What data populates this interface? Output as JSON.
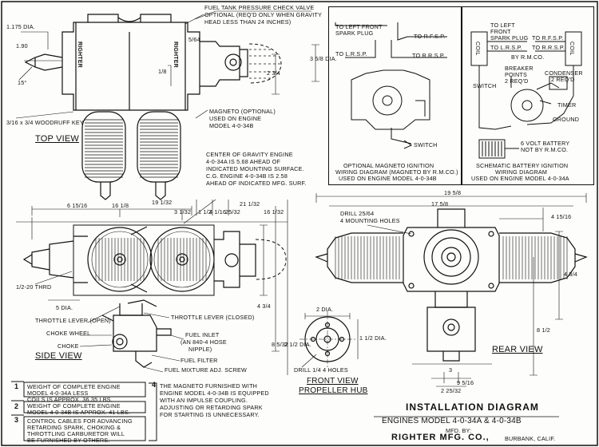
{
  "top_view": {
    "title": "TOP VIEW",
    "dim_dia": "1.175 DIA.",
    "dim_190": "1.90",
    "angle": "15°",
    "woodruff_key": "3/16 x 3/4 WOODRUFF KEY",
    "brand_left": "RIGHTER",
    "brand_right": "RIGHTER",
    "fuel_tank_note": [
      "FUEL TANK PRESSURE CHECK VALVE",
      "OPTIONAL (REQ'D ONLY WHEN GRAVITY",
      "HEAD LESS THAN 24 INCHES)"
    ],
    "dim_5_64": "5/64",
    "dim_1_8": "1/8",
    "dim_2_3_4": "2 3/4",
    "dim_3_5_8_dia": "3 5/8 DIA.",
    "magneto_note": [
      "MAGNETO (OPTIONAL)",
      "USED ON ENGINE",
      "MODEL 4-0-34B"
    ]
  },
  "cg_note": [
    "CENTER OF GRAVITY ENGINE",
    "4-0-34A IS 5.68 AHEAD OF",
    "INDICATED MOUNTING SURFACE.",
    "C.G. ENGINE 4-0-34B IS 2.58",
    "AHEAD OF INDICATED MFG. SURF."
  ],
  "magneto_wiring": {
    "labels": [
      "TO LEFT FRONT",
      "SPARK PLUG",
      "TO R.F.S.P.",
      "TO L.R.S.P.",
      "TO R.R.S.P.",
      "SWITCH"
    ],
    "caption": [
      "OPTIONAL MAGNETO IGNITION",
      "WIRING DIAGRAM (MAGNETO BY R.M.CO.)",
      "USED ON ENGINE MODEL 4-0-34B"
    ]
  },
  "battery_wiring": {
    "labels": [
      "COIL",
      "TO LEFT",
      "FRONT",
      "SPARK PLUG",
      "TO L.R.S.P.",
      "TO R.F.S.P.",
      "TO R.R.S.P.",
      "BY R.M.CO.",
      "COIL",
      "BREAKER",
      "POINTS",
      "2 REQ'D",
      "CONDENSER",
      "2 REQ'D",
      "SWITCH",
      "TIMER",
      "GROUND",
      "6 VOLT BATTERY",
      "NOT BY R.M.CO."
    ],
    "caption": [
      "SCHEMATIC BATTERY IGNITION",
      "WIRING DIAGRAM",
      "USED ON ENGINE MODEL 4-0-34A"
    ]
  },
  "side_view": {
    "title": "SIDE VIEW",
    "dims": [
      "6 15/16",
      "16 1/8",
      "19 1/32",
      "3 1/32",
      "1 1/2",
      "4 1/16",
      "25/32",
      "21 1/32",
      "16 1/32",
      "4 3/4",
      "8 5/32"
    ],
    "thread": "1/2-20 THRD",
    "dia5": "5 DIA.",
    "labels": [
      "THROTTLE LEVER (OPEN)",
      "CHOKE WHEEL",
      "CHOKE",
      "THROTTLE LEVER (CLOSED)",
      "FUEL INLET",
      "(AN 840-4 HOSE",
      "NIPPLE)",
      "FUEL FILTER",
      "FUEL MIXTURE ADJ. SCREW"
    ]
  },
  "front_view": {
    "title": [
      "FRONT VIEW",
      "PROPELLER HUB"
    ],
    "labels": [
      "2 DIA.",
      "1 1/2 DIA.",
      "2 1/2 DIA.",
      "DRILL 1/4 4 HOLES"
    ]
  },
  "rear_view": {
    "title": "REAR VIEW",
    "dims": [
      "19 5/8",
      "17 5/8",
      "4 15/16",
      "4 3/4",
      "8 1/2",
      "3",
      "9 5/16",
      "2 25/32"
    ],
    "drill": [
      "DRILL 25/64",
      "4 MOUNTING HOLES"
    ]
  },
  "notes": [
    {
      "num": "1",
      "lines": [
        "WEIGHT OF COMPLETE ENGINE",
        "MODEL 4-0-34A LESS",
        "COILS IS APPROX. 36.35 LBS."
      ]
    },
    {
      "num": "2",
      "lines": [
        "WEIGHT OF COMPLETE ENGINE",
        "MODEL 4-0-34B IS APPROX. 41 LBS."
      ]
    },
    {
      "num": "3",
      "lines": [
        "CONTROL CABLES FOR ADVANCING",
        "RETARDING SPARK, CHOKING &",
        "THROTTLING CARBURETOR WILL",
        "BE FURNISHED BY OTHERS."
      ]
    },
    {
      "num": "4",
      "lines": [
        "THE MAGNETO FURNISHED WITH",
        "ENGINE MODEL 4-0-34B IS EQUIPPED",
        "WITH AN IMPULSE COUPLING.",
        "ADJUSTING OR RETARDING SPARK",
        "FOR STARTING IS UNNECESSARY."
      ]
    }
  ],
  "title_block": {
    "title": "INSTALLATION DIAGRAM",
    "engines": "ENGINES MODEL 4-0-34A & 4-0-34B",
    "mfd": "MFD. BY:",
    "company": "RIGHTER MFG. CO.,",
    "location": "BURBANK, CALIF."
  }
}
